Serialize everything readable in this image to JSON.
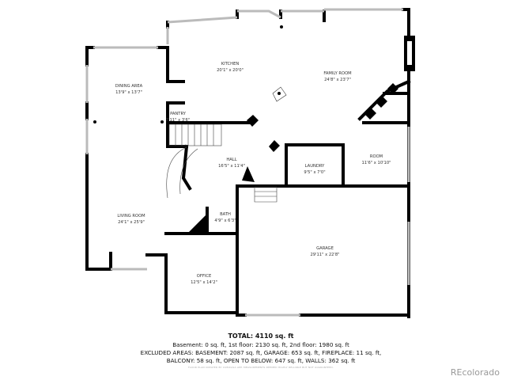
{
  "rooms": [
    {
      "name": "KITCHEN",
      "size": "20'1\" x 20'0\""
    },
    {
      "name": "FAMILY ROOM",
      "size": "24'8\" x 23'7\""
    },
    {
      "name": "DINING AREA",
      "size": "13'9\" x 13'7\""
    },
    {
      "name": "PANTRY",
      "size": "7'11\" x 3'6\""
    },
    {
      "name": "HALL",
      "size": "16'5\" x 11'4\""
    },
    {
      "name": "LAUNDRY",
      "size": "9'5\" x 7'0\""
    },
    {
      "name": "ROOM",
      "size": "11'6\" x 10'10\""
    },
    {
      "name": "LIVING ROOM",
      "size": "24'1\" x 25'9\""
    },
    {
      "name": "BATH",
      "size": "4'9\" x 6'3\""
    },
    {
      "name": "GARAGE",
      "size": "29'11\" x 22'8\""
    },
    {
      "name": "OFFICE",
      "size": "12'5\" x 14'2\""
    }
  ],
  "summary": {
    "total": "TOTAL: 4110 sq. ft",
    "line1": "Basement: 0 sq. ft, 1st floor: 2130 sq. ft, 2nd floor: 1980 sq. ft",
    "line2": "EXCLUDED AREAS: BASEMENT: 2087 sq. ft, GARAGE: 653 sq. ft, FIREPLACE: 11 sq. ft,",
    "line3": "BALCONY: 58 sq. ft, OPEN TO BELOW: 647 sq. ft, WALLS: 362 sq. ft"
  },
  "credit": "FLOOR PLAN CREATED BY CUBICASA APP. MEASUREMENTS DEEMED HIGHLY RELIABLE BUT NOT GUARANTEED.",
  "brand": "REcolorado",
  "colors": {
    "wall": "#000000",
    "window": "#cccccc",
    "text": "#333333",
    "brand": "#999999"
  }
}
